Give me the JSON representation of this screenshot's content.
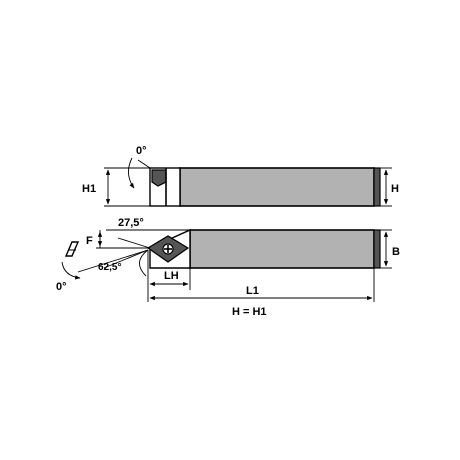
{
  "labels": {
    "angle_top": "0°",
    "h1_side": "H1",
    "h_side": "H",
    "angle_27": "27,5°",
    "f_label": "F",
    "angle_62": "62,5°",
    "angle_bottom": "0°",
    "lh_label": "LH",
    "b_label": "B",
    "l1_label": "L1",
    "h_eq_h1": "H = H1"
  },
  "colors": {
    "body": "#b2b2b2",
    "outline": "#000000"
  }
}
